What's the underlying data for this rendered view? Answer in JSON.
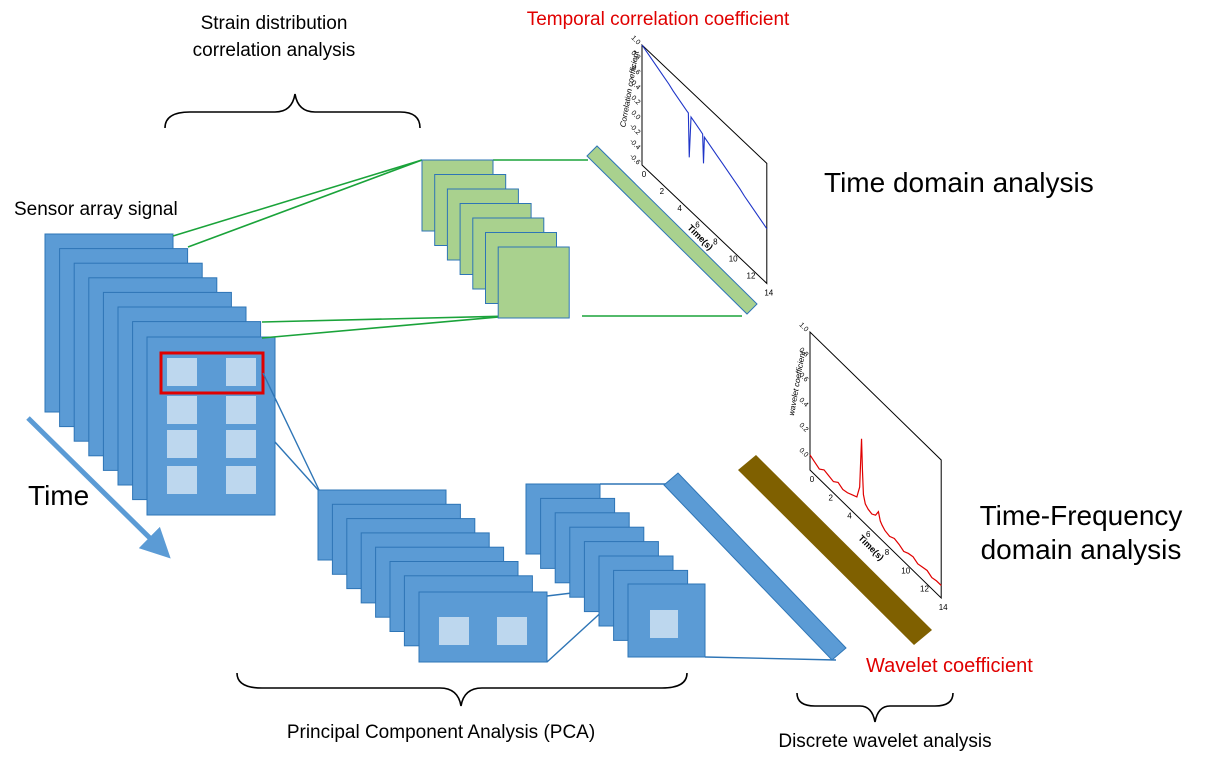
{
  "labels": {
    "strain_line1": "Strain distribution",
    "strain_line2": "correlation analysis",
    "temporal": "Temporal correlation coefficient",
    "sensor": "Sensor array signal",
    "time_domain": "Time domain analysis",
    "time": "Time",
    "tf_line1": "Time-Frequency",
    "tf_line2": "domain analysis",
    "wavelet": "Wavelet coefficient",
    "pca": "Principal Component Analysis (PCA)",
    "dwa": "Discrete wavelet analysis"
  },
  "colors": {
    "blue_fill": "#5b9bd5",
    "blue_edge": "#2e75b6",
    "light_cell": "#bdd7ee",
    "green_fill": "#a9d18e",
    "green_edge": "#2e75b6",
    "green_line": "#1aa33a",
    "brown": "#7f6000",
    "red_box": "#e00000",
    "plot_blue": "#1f35c8",
    "plot_red": "#e00000"
  },
  "chart_data": [
    {
      "type": "line",
      "ylabel": "Correlation coefficient",
      "xlabel": "Time(s)",
      "xticks": [
        "0",
        "2",
        "4",
        "6",
        "8",
        "10",
        "12",
        "14"
      ],
      "yticks": [
        "1.0",
        "0.8",
        "0.6",
        "0.4",
        "0.2",
        "0.0",
        "-0.2",
        "-0.4",
        "-0.6"
      ],
      "xlim": [
        0,
        14
      ],
      "ylim": [
        -0.6,
        1.0
      ],
      "series": [
        {
          "x": [
            0,
            0.5,
            1,
            1.5,
            2,
            2.5,
            3,
            3.5,
            4,
            4.5,
            5,
            5.2,
            5.3,
            5.5,
            6,
            6.5,
            6.8,
            6.9,
            7,
            7.5,
            8,
            8.5,
            9,
            9.5,
            10,
            10.5,
            11,
            11.5,
            12,
            12.5,
            13,
            13.5,
            14
          ],
          "values": [
            1.0,
            0.97,
            0.94,
            0.91,
            0.88,
            0.85,
            0.82,
            0.78,
            0.75,
            0.72,
            0.69,
            0.68,
            0.1,
            0.66,
            0.63,
            0.6,
            0.58,
            0.2,
            0.56,
            0.53,
            0.5,
            0.47,
            0.44,
            0.41,
            0.38,
            0.35,
            0.32,
            0.28,
            0.25,
            0.22,
            0.19,
            0.16,
            0.13
          ]
        }
      ]
    },
    {
      "type": "line",
      "ylabel": "wavelet coefficient",
      "xlabel": "Time(s)",
      "xticks": [
        "0",
        "2",
        "4",
        "6",
        "8",
        "10",
        "12",
        "14"
      ],
      "yticks": [
        "1.0",
        "0.8",
        "0.6",
        "0.4",
        "0.2",
        "0.0"
      ],
      "xlim": [
        0,
        14
      ],
      "ylim": [
        -0.1,
        1.0
      ],
      "series": [
        {
          "x": [
            0,
            0.5,
            1,
            1.5,
            2,
            2.5,
            3,
            3.5,
            4,
            4.5,
            5,
            5.3,
            5.5,
            5.6,
            5.7,
            5.9,
            6.2,
            6.6,
            7,
            7.3,
            7.5,
            7.7,
            8,
            8.5,
            9,
            9.5,
            10,
            10.5,
            11,
            11.5,
            12,
            12.5,
            13,
            13.5,
            14
          ],
          "values": [
            0.02,
            0.0,
            -0.02,
            0.01,
            0.0,
            -0.01,
            0.02,
            0.0,
            0.01,
            0.03,
            0.05,
            0.15,
            0.55,
            0.3,
            0.12,
            0.06,
            0.04,
            0.03,
            0.05,
            0.1,
            0.04,
            0.02,
            0.0,
            -0.01,
            0.01,
            0.0,
            -0.02,
            0.0,
            0.01,
            -0.01,
            0.0,
            0.01,
            -0.01,
            0.0,
            0.0
          ]
        }
      ]
    }
  ]
}
